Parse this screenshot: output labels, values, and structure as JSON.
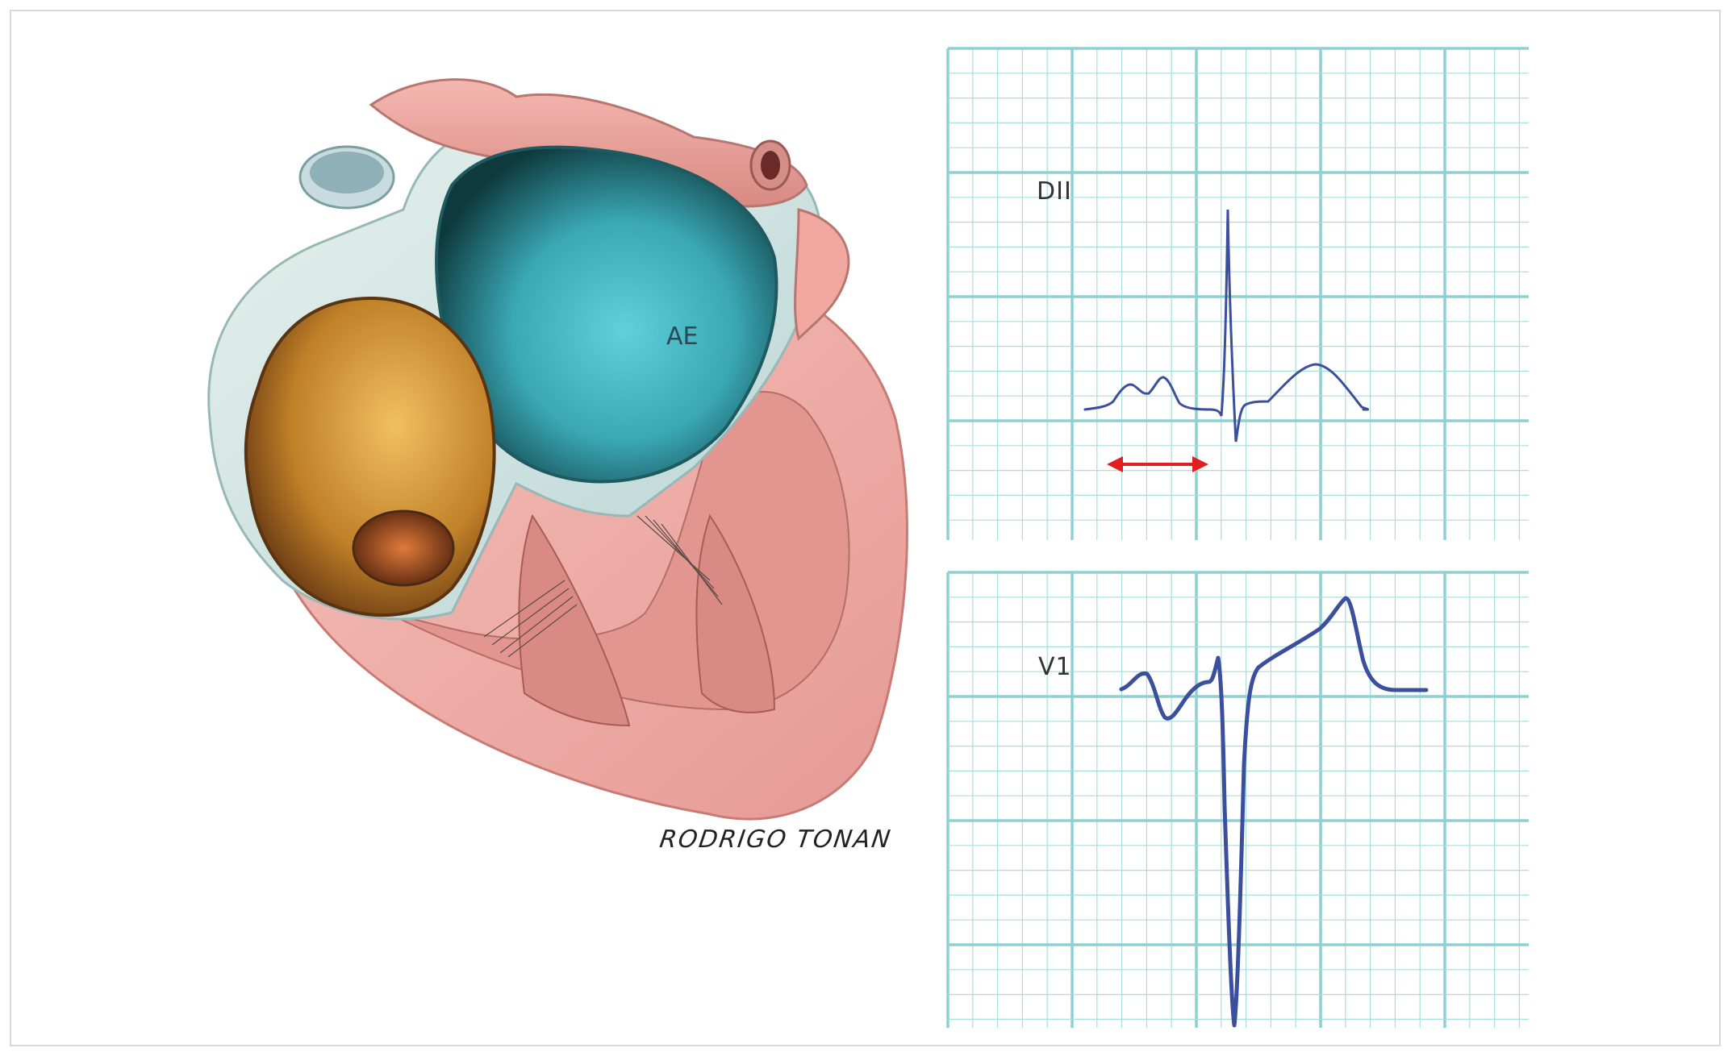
{
  "figure": {
    "heart_illustration": {
      "chamber_label": "AE",
      "signature": "RODRIGO TONAN"
    },
    "ecg_panels": [
      {
        "lead": "DII",
        "arrow_annotation": "red-double-arrow"
      },
      {
        "lead": "V1"
      }
    ],
    "colors": {
      "grid": "#a8dede",
      "grid_major": "#8fd0d2",
      "trace": "#3b4f9c",
      "arrow": "#e02020",
      "left_atrium": "#4fb8c4",
      "myocardium": "#f0a8a0",
      "right_atrium": "#c8902a"
    }
  }
}
